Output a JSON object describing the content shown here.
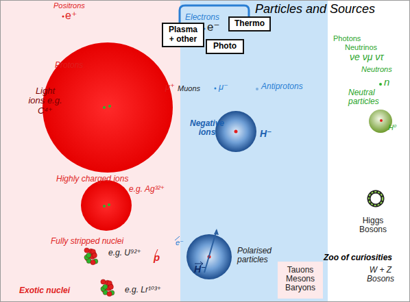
{
  "diagram": {
    "title": "Particles and Sources",
    "nodes": [
      {
        "text": [
          "Plasma + other"
        ]
      },
      {
        "text": [
          "Thermo"
        ]
      },
      {
        "text": [
          "Photo"
        ]
      }
    ],
    "labels": [
      "Positrons",
      "e⁺",
      "Electrons",
      "e⁻",
      "Photons",
      "Neutrinos",
      "νe νμ ντ",
      "Neutrons",
      "n",
      "Protons",
      "μ⁺",
      "Muons",
      "μ⁻",
      "Antiprotons",
      "Neutral particles",
      "Light ions e.g. C⁴⁺",
      "Negative ions",
      "H⁻",
      "H⁰",
      "Highly charged ions",
      "e.g. Ag³²⁺",
      "Higgs Bosons",
      "e⁻",
      "p",
      "Polarised particles",
      "H⁻",
      "Fully stripped nuclei",
      "e.g. U⁹²⁺",
      "Zoo of curiosities",
      "Tauons Mesons Baryons",
      "W + Z Bosons",
      "Exotic nuclei",
      "e.g. Lr¹⁰³⁺"
    ]
  }
}
